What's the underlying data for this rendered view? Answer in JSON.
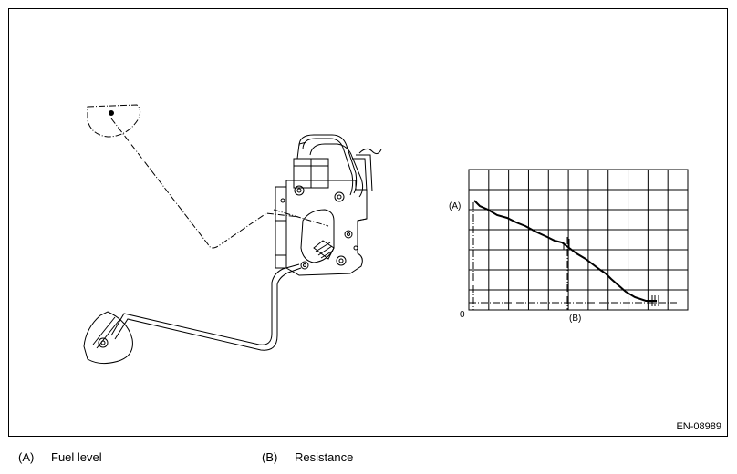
{
  "figure_code": "EN-08989",
  "graph": {
    "y_label": "(A)",
    "x_label": "(B)",
    "origin_label": "0"
  },
  "legend": [
    {
      "key": "(A)",
      "text": "Fuel level"
    },
    {
      "key": "(B)",
      "text": "Resistance"
    }
  ]
}
